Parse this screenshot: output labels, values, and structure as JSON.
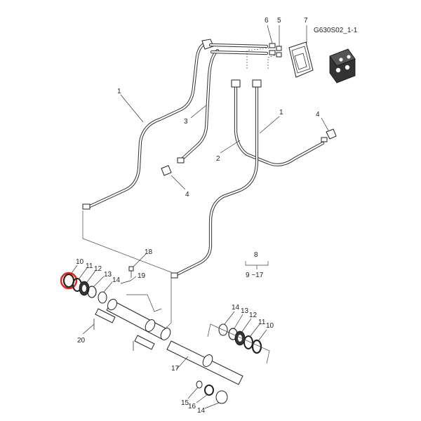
{
  "diagram": {
    "code": "G630S02_1-1",
    "callouts": [
      {
        "id": "c1a",
        "text": "1"
      },
      {
        "id": "c1b",
        "text": "1"
      },
      {
        "id": "c2",
        "text": "2"
      },
      {
        "id": "c3",
        "text": "3"
      },
      {
        "id": "c4a",
        "text": "4"
      },
      {
        "id": "c4b",
        "text": "4"
      },
      {
        "id": "c5",
        "text": "5"
      },
      {
        "id": "c6",
        "text": "6"
      },
      {
        "id": "c7",
        "text": "7"
      },
      {
        "id": "c8",
        "text": "8"
      },
      {
        "id": "c8r",
        "text": "9 ~17"
      },
      {
        "id": "c10a",
        "text": "10"
      },
      {
        "id": "c11a",
        "text": "11"
      },
      {
        "id": "c12a",
        "text": "12"
      },
      {
        "id": "c13a",
        "text": "13"
      },
      {
        "id": "c14a",
        "text": "14"
      },
      {
        "id": "c18",
        "text": "18"
      },
      {
        "id": "c19",
        "text": "19"
      },
      {
        "id": "c20",
        "text": "20"
      },
      {
        "id": "c14b",
        "text": "14"
      },
      {
        "id": "c13b",
        "text": "13"
      },
      {
        "id": "c12b",
        "text": "12"
      },
      {
        "id": "c11b",
        "text": "11"
      },
      {
        "id": "c10b",
        "text": "10"
      },
      {
        "id": "c17",
        "text": "17"
      },
      {
        "id": "c15",
        "text": "15"
      },
      {
        "id": "c16",
        "text": "16"
      },
      {
        "id": "c14c",
        "text": "14"
      }
    ],
    "highlight": {
      "part": "10",
      "color": "#e0241b"
    },
    "colors": {
      "line": "#333333",
      "background": "#ffffff"
    }
  }
}
